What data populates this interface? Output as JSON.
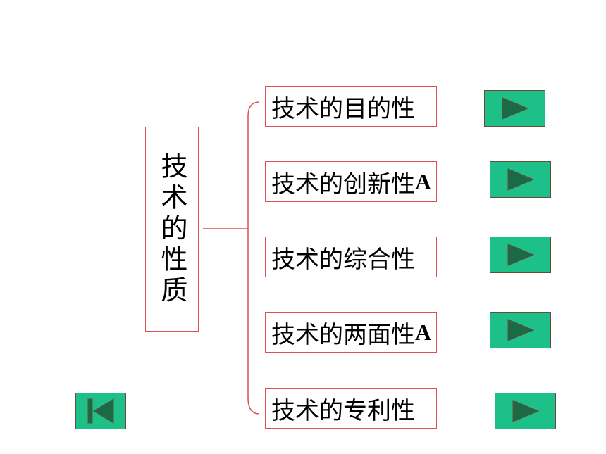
{
  "title": "技术的性质",
  "items": [
    {
      "label": "技术的目的性",
      "suffix": ""
    },
    {
      "label": "技术的创新性",
      "suffix": "A"
    },
    {
      "label": "技术的综合性",
      "suffix": ""
    },
    {
      "label": "技术的两面性",
      "suffix": "A"
    },
    {
      "label": "技术的专利性",
      "suffix": ""
    }
  ],
  "icons": {
    "next": "play-arrow-icon",
    "first": "skip-to-start-icon"
  },
  "colors": {
    "border": "#e05050",
    "button_fill": "#1ec08a",
    "arrow": "#1a6a45"
  }
}
